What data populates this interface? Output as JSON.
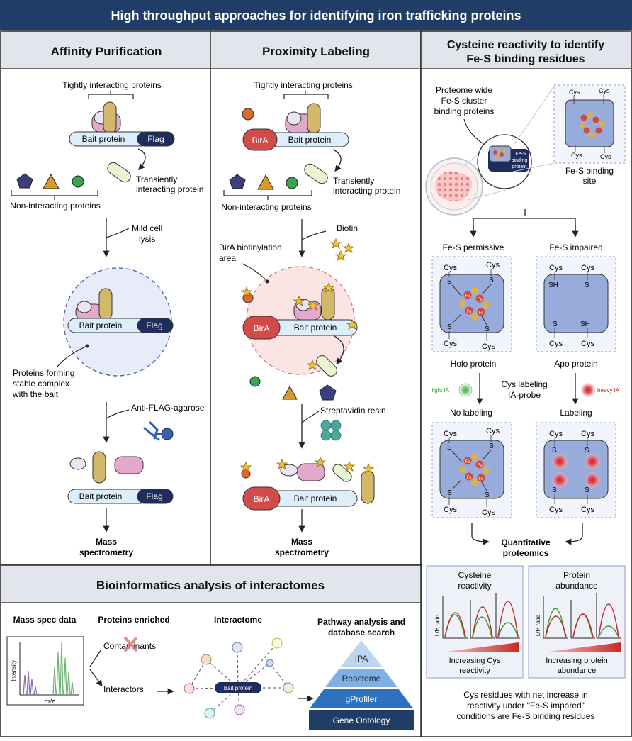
{
  "header": {
    "title": "High throughput approaches for identifying iron trafficking proteins"
  },
  "affinity": {
    "title": "Affinity Purification",
    "tightly": "Tightly interacting proteins",
    "bait": "Bait protein",
    "flag": "Flag",
    "transient_1": "Transiently",
    "transient_2": "interacting protein",
    "non_interacting": "Non-interacting proteins",
    "lysis_1": "Mild cell",
    "lysis_2": "lysis",
    "stable_1": "Proteins forming",
    "stable_2": "stable complex",
    "stable_3": "with the bait",
    "agarose": "Anti-FLAG-agarose",
    "ms_1": "Mass",
    "ms_2": "spectrometry"
  },
  "proximity": {
    "title": "Proximity Labeling",
    "tightly": "Tightly interacting proteins",
    "bira": "BirA",
    "bait": "Bait protein",
    "transient_1": "Transiently",
    "transient_2": "interacting protein",
    "non_interacting": "Non-interacting proteins",
    "biotin": "Biotin",
    "area_1": "BirA biotinylation",
    "area_2": "area",
    "resin": "Streptavidin resin",
    "ms_1": "Mass",
    "ms_2": "spectrometry"
  },
  "cysteine": {
    "title_1": "Cysteine reactivity to identify",
    "title_2": "Fe-S binding residues",
    "proteome_1": "Proteome wide",
    "proteome_2": "Fe-S cluster",
    "proteome_3": "binding proteins",
    "feS_small_1": "Fe-S",
    "feS_small_2": "binding",
    "feS_small_3": "protein",
    "site_1": "Fe-S binding",
    "site_2": "site",
    "cys": "Cys",
    "s": "S",
    "sh": "SH",
    "fe": "Fe",
    "permissive": "Fe-S permissive",
    "impaired": "Fe-S impaired",
    "holo": "Holo protein",
    "apo": "Apo protein",
    "light": "light IA",
    "heavy": "heavy IA",
    "labeling_probe_1": "Cys labeling",
    "labeling_probe_2": "IA-probe",
    "no_labeling": "No labeling",
    "labeling": "Labeling",
    "quant_1": "Quantitative",
    "quant_2": "proteomics",
    "reactivity_1": "Cysteine",
    "reactivity_2": "reactivity",
    "abundance_1": "Protein",
    "abundance_2": "abundance",
    "lh": "L/H ratio",
    "inc_cys_1": "Increasing Cys",
    "inc_cys_2": "reactivity",
    "inc_prot_1": "Increasing protein",
    "inc_prot_2": "abundance",
    "conclusion_1": "Cys residues with net increase in",
    "conclusion_2": "reactivity under \"Fe-S impared\"",
    "conclusion_3": "conditions are Fe-S binding residues"
  },
  "bioinfo": {
    "title": "Bioinformatics analysis of interactomes",
    "ms_data": "Mass spec data",
    "intensity": "Intensity",
    "mz": "m/z",
    "enriched": "Proteins enriched",
    "contaminants": "Contaminants",
    "interactors": "Interactors",
    "interactome": "Interactome",
    "bait": "Bait protein",
    "pathway_1": "Pathway analysis and",
    "pathway_2": "database search",
    "pyramid": [
      "IPA",
      "Reactome",
      "gProfiler",
      "Gene Ontology"
    ]
  },
  "colors": {
    "navy": "#1f3d66",
    "panel_header": "#e2e6ec",
    "bait": "#dceefa",
    "flag": "#1e2d5c",
    "bira": "#d14b4b",
    "pink_protein": "#e4a8cc",
    "tan_protein": "#d4b86a",
    "lavender": "#ebe4f5",
    "pentagon": "#3b3f80",
    "triangle": "#d89a2a",
    "green_circle": "#3aa34d",
    "lysis_circle": "#e8ecf8",
    "bira_circle": "#fbe4e4",
    "fe": "#d04a3a",
    "s_atom": "#e0b040",
    "cys_box": "#98acdc"
  }
}
